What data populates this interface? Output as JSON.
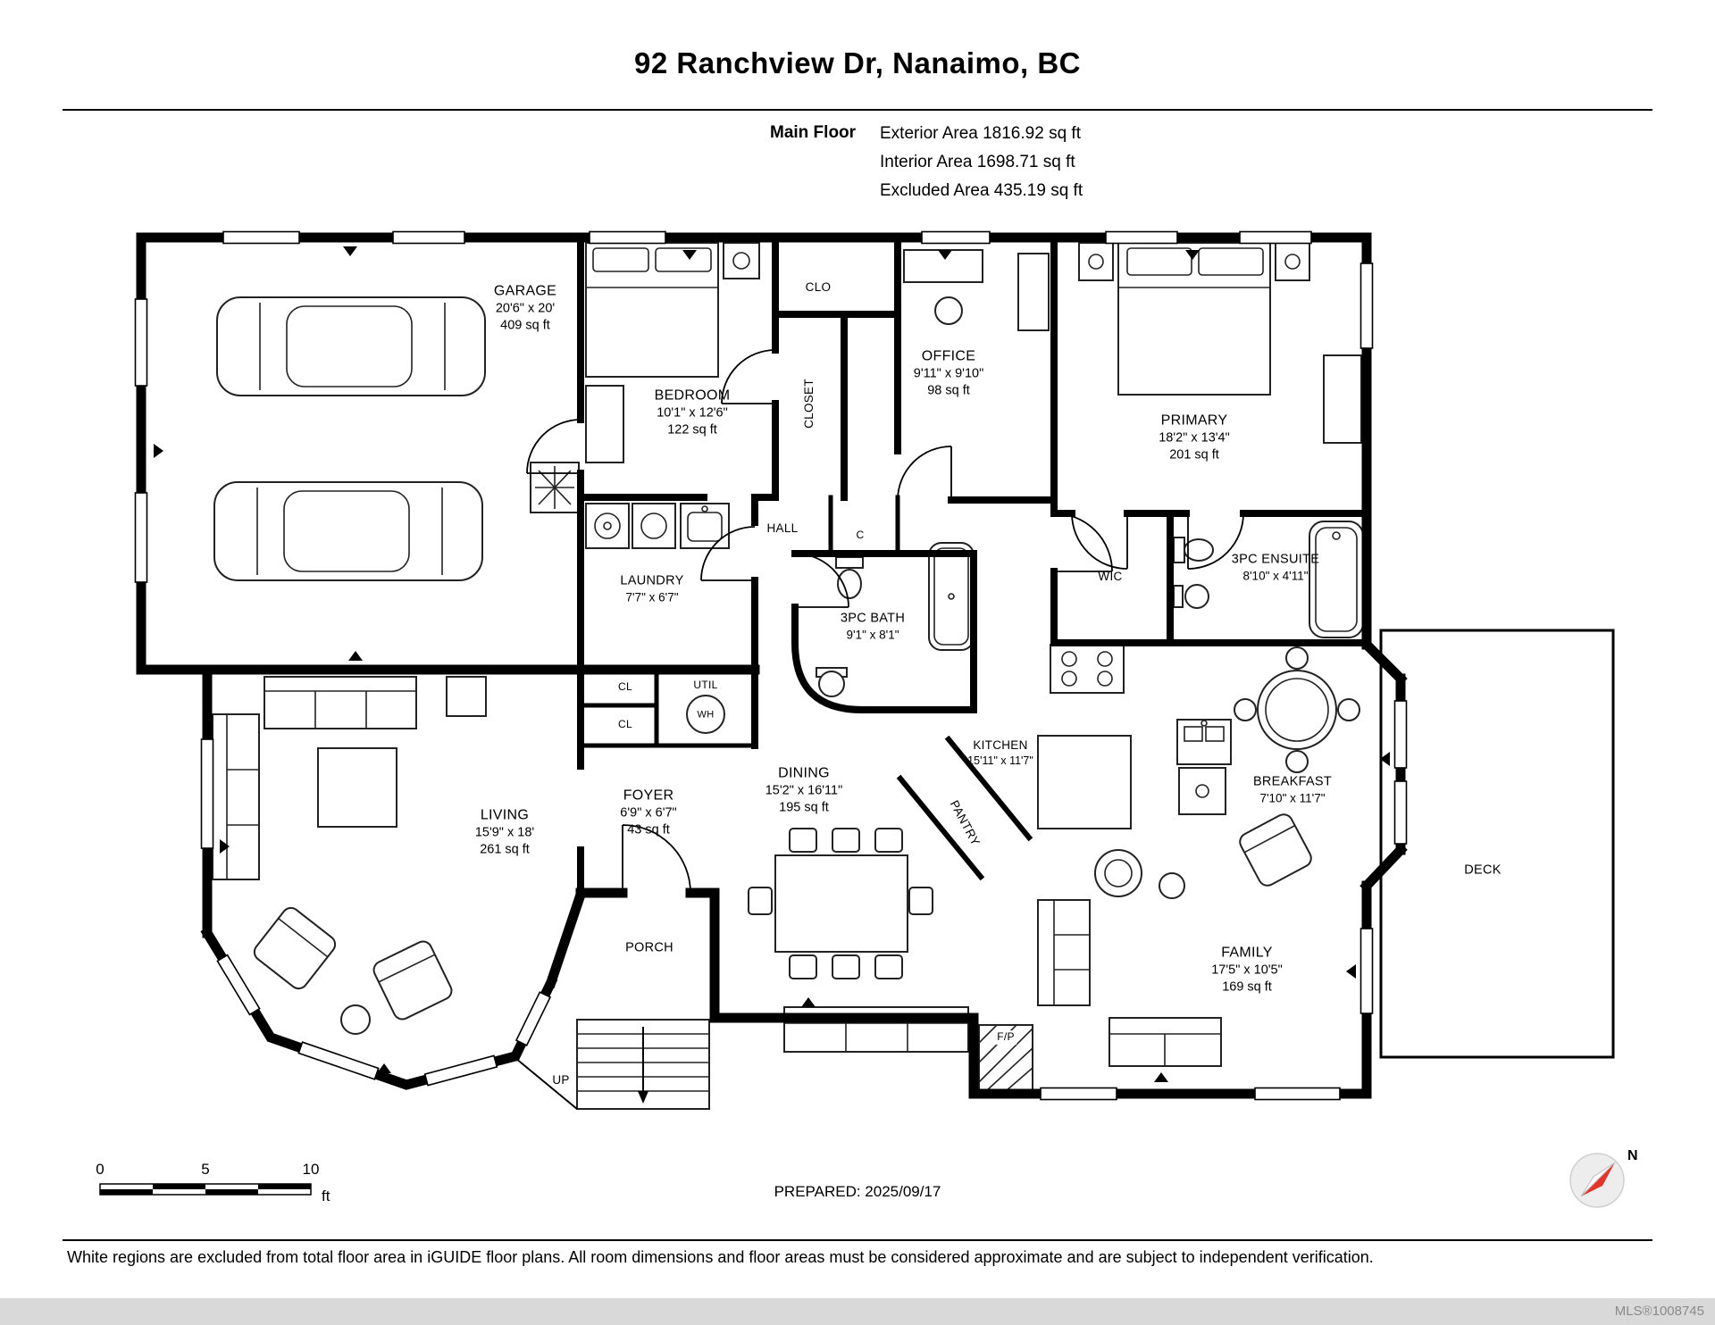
{
  "header": {
    "title": "92 Ranchview Dr, Nanaimo, BC",
    "floor_label": "Main Floor",
    "areas": [
      "Exterior Area 1816.92 sq ft",
      "Interior Area 1698.71 sq ft",
      "Excluded Area 435.19 sq ft"
    ]
  },
  "rooms": {
    "garage": {
      "name": "GARAGE",
      "dims": "20'6\" x 20'",
      "area": "409 sq ft"
    },
    "bedroom": {
      "name": "BEDROOM",
      "dims": "10'1\" x 12'6\"",
      "area": "122 sq ft"
    },
    "clo": {
      "name": "CLO"
    },
    "closet": {
      "name": "CLOSET"
    },
    "office": {
      "name": "OFFICE",
      "dims": "9'11\" x 9'10\"",
      "area": "98 sq ft"
    },
    "primary": {
      "name": "PRIMARY",
      "dims": "18'2\" x 13'4\"",
      "area": "201 sq ft"
    },
    "hall": {
      "name": "HALL"
    },
    "c_closet": {
      "name": "C"
    },
    "laundry": {
      "name": "LAUNDRY",
      "dims": "7'7\" x 6'7\""
    },
    "bath": {
      "name": "3PC BATH",
      "dims": "9'1\" x 8'1\""
    },
    "wic": {
      "name": "WIC"
    },
    "ensuite": {
      "name": "3PC ENSUITE",
      "dims": "8'10\" x 4'11\""
    },
    "cl1": {
      "name": "CL"
    },
    "util": {
      "name": "UTIL"
    },
    "cl2": {
      "name": "CL"
    },
    "wh": {
      "name": "WH"
    },
    "living": {
      "name": "LIVING",
      "dims": "15'9\" x 18'",
      "area": "261 sq ft"
    },
    "foyer": {
      "name": "FOYER",
      "dims": "6'9\" x 6'7\"",
      "area": "43 sq ft"
    },
    "dining": {
      "name": "DINING",
      "dims": "15'2\" x 16'11\"",
      "area": "195 sq ft"
    },
    "kitchen": {
      "name": "KITCHEN",
      "dims": "15'11\" x 11'7\""
    },
    "pantry": {
      "name": "PANTRY"
    },
    "breakfast": {
      "name": "BREAKFAST",
      "dims": "7'10\" x 11'7\""
    },
    "deck": {
      "name": "DECK"
    },
    "porch": {
      "name": "PORCH"
    },
    "up": {
      "name": "UP"
    },
    "family": {
      "name": "FAMILY",
      "dims": "17'5\" x 10'5\"",
      "area": "169 sq ft"
    },
    "fp": {
      "name": "F/P"
    }
  },
  "scale_bar": {
    "ticks": [
      "0",
      "5",
      "10"
    ],
    "unit": "ft"
  },
  "compass": {
    "label": "N"
  },
  "footer": {
    "prepared": "PREPARED: 2025/09/17",
    "disclaimer": "White regions are excluded from total floor area in iGUIDE floor plans. All room dimensions and floor areas must be considered approximate and are subject to independent verification.",
    "mls": "MLS®1008745"
  }
}
